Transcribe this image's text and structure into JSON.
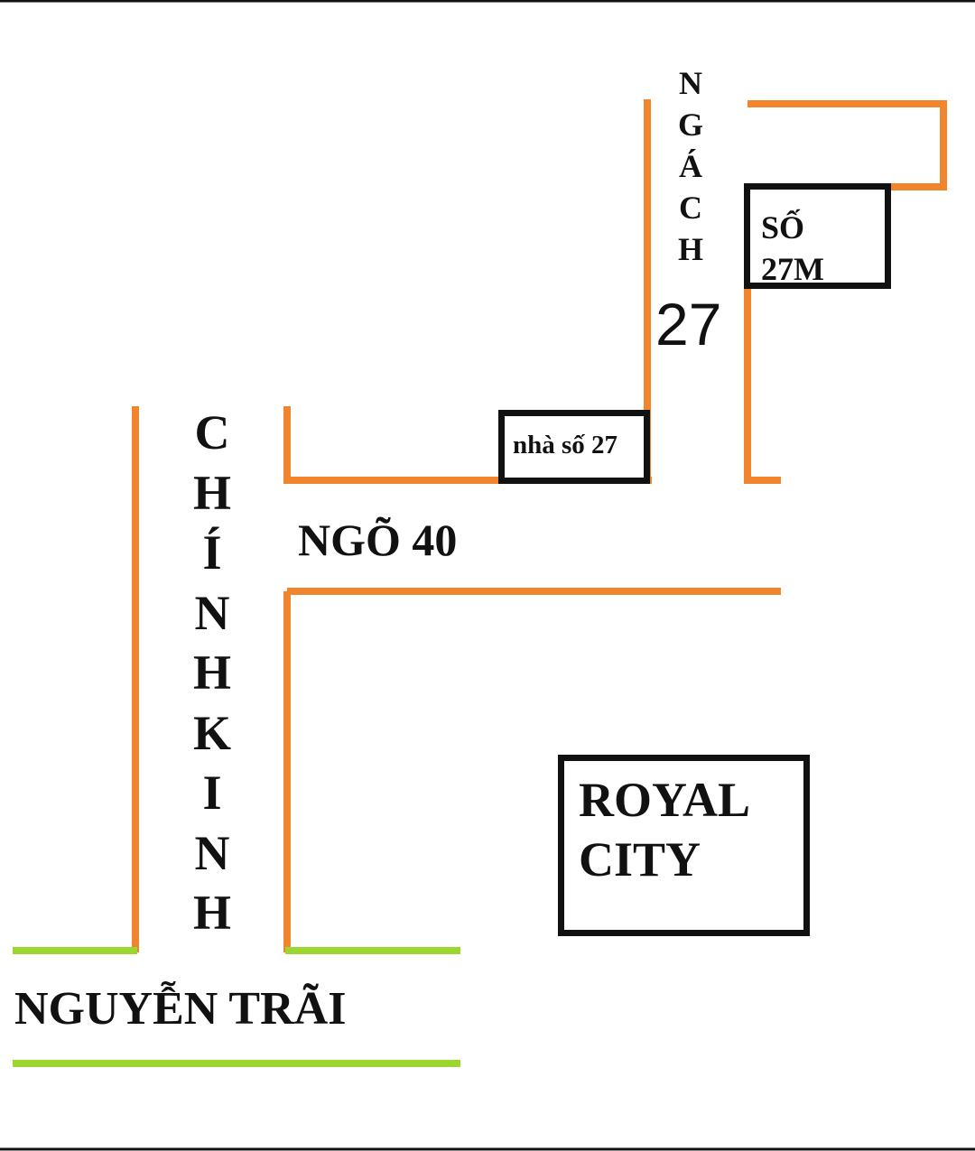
{
  "colors": {
    "road_orange": "#F0852E",
    "main_road_green": "#9BD631",
    "outline_black": "#111111",
    "background": "#FFFFFF"
  },
  "streets": {
    "chinh_kinh": {
      "letters": [
        "C",
        "H",
        "Í",
        "N",
        "H",
        "K",
        "I",
        "N",
        "H"
      ]
    },
    "ngach": {
      "letters": [
        "N",
        "G",
        "Á",
        "C",
        "H"
      ],
      "number": "27"
    },
    "ngo_40": {
      "label": "NGÕ 40"
    },
    "nguyen_trai": {
      "label": "NGUYỄN TRÃI"
    }
  },
  "places": {
    "nha_so_27": {
      "label": "nhà số 27"
    },
    "so_27m": {
      "line1": "SỐ",
      "line2": "27M"
    },
    "royal_city": {
      "line1": "ROYAL",
      "line2": "CITY"
    }
  }
}
